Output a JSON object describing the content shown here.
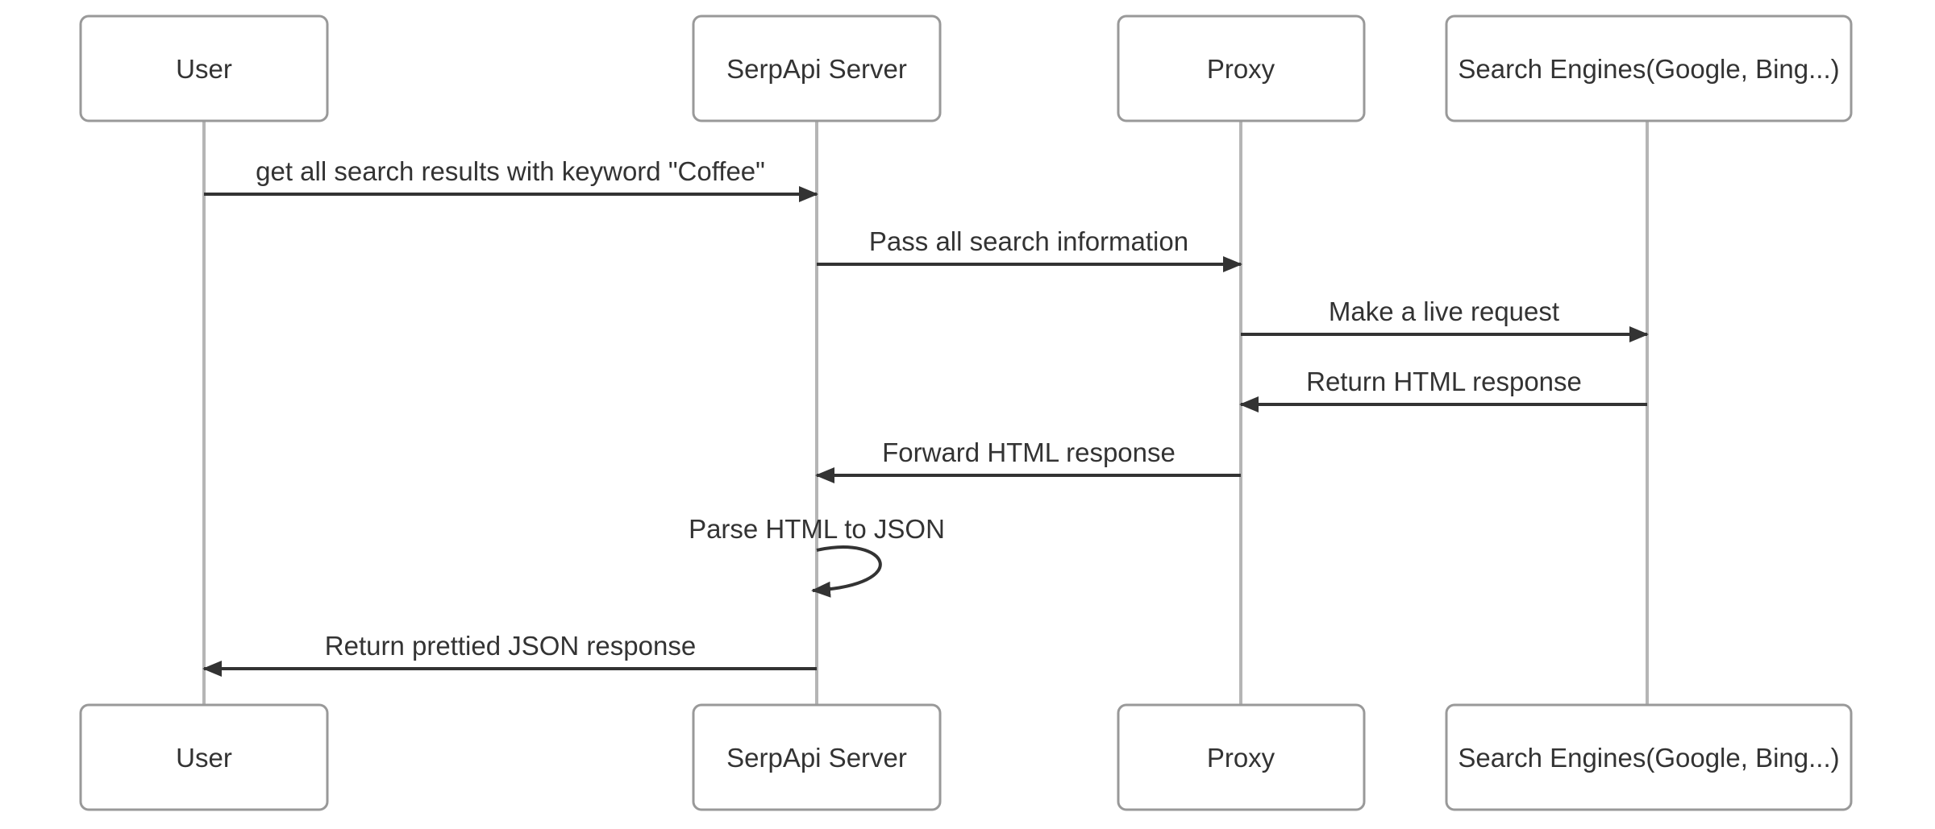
{
  "diagram": {
    "type": "sequence-diagram",
    "colors": {
      "background": "#ffffff",
      "actor_fill": "#ffffff",
      "actor_border": "#999999",
      "lifeline": "#b5b5b5",
      "arrow": "#333333",
      "text": "#333333"
    },
    "actors": [
      {
        "name": "User"
      },
      {
        "name": "SerpApi Server"
      },
      {
        "name": "Proxy"
      },
      {
        "name": "Search Engines(Google, Bing...)"
      }
    ],
    "messages": [
      {
        "from": "User",
        "to": "SerpApi Server",
        "direction": "right",
        "label": "get all search results with keyword \"Coffee\""
      },
      {
        "from": "SerpApi Server",
        "to": "Proxy",
        "direction": "right",
        "label": "Pass all search information"
      },
      {
        "from": "Proxy",
        "to": "Search Engines(Google, Bing...)",
        "direction": "right",
        "label": "Make a live request"
      },
      {
        "from": "Search Engines(Google, Bing...)",
        "to": "Proxy",
        "direction": "left",
        "label": "Return HTML response"
      },
      {
        "from": "Proxy",
        "to": "SerpApi Server",
        "direction": "left",
        "label": "Forward HTML response"
      },
      {
        "from": "SerpApi Server",
        "to": "SerpApi Server",
        "direction": "self",
        "label": "Parse HTML to JSON"
      },
      {
        "from": "SerpApi Server",
        "to": "User",
        "direction": "left",
        "label": "Return prettied JSON response"
      }
    ]
  }
}
